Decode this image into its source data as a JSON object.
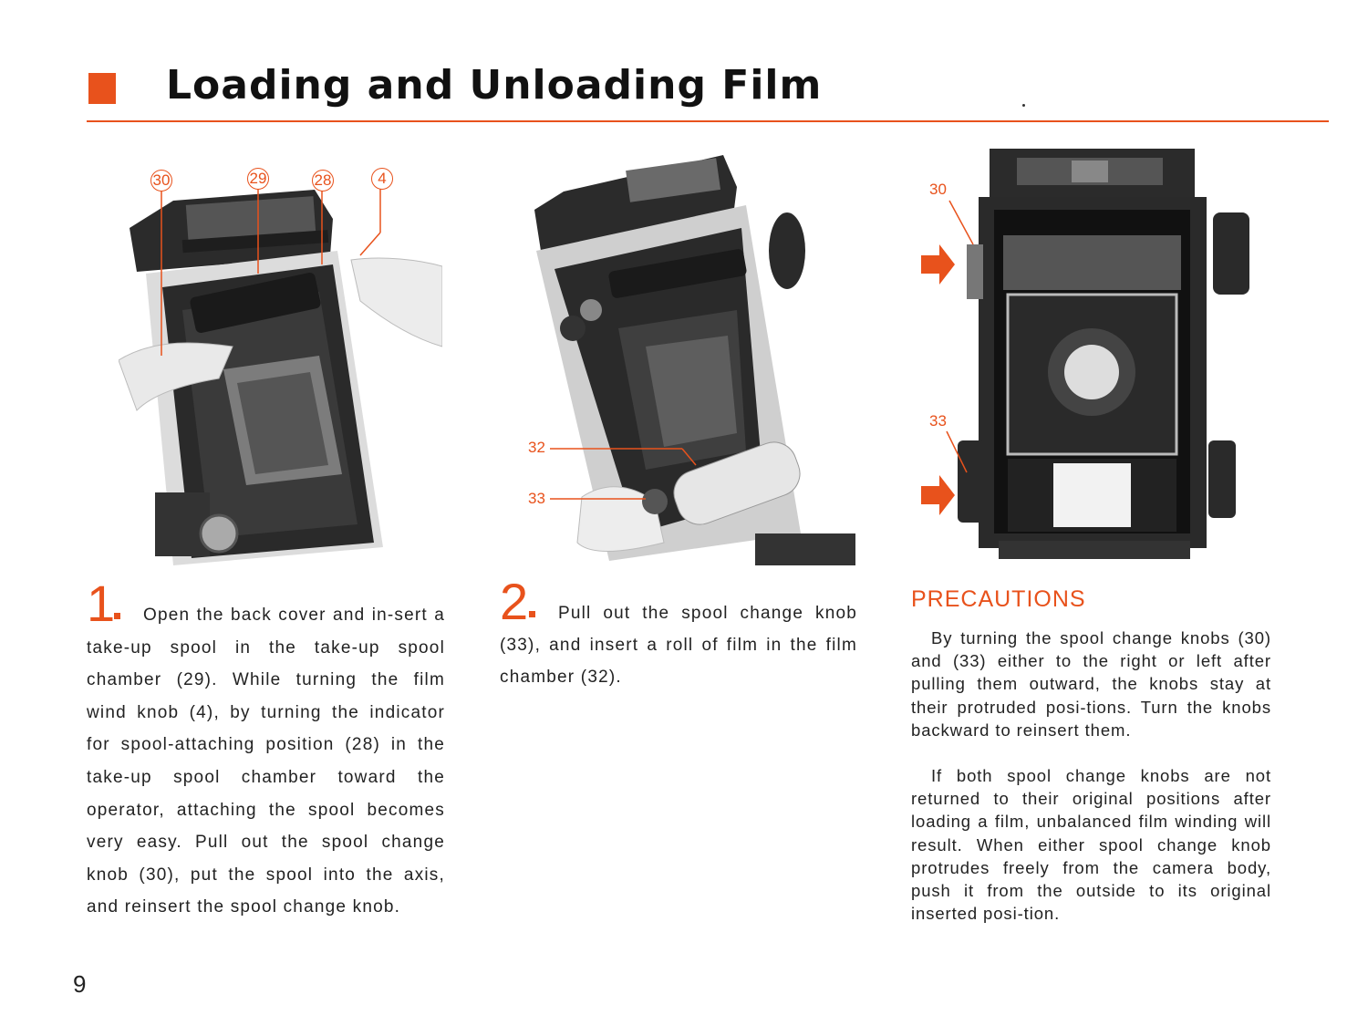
{
  "header": {
    "title": "Loading and Unloading Film"
  },
  "photos": {
    "photo1": {
      "callouts": [
        "30",
        "29",
        "28",
        "4"
      ]
    },
    "photo2": {
      "callouts": [
        "32",
        "33"
      ]
    },
    "photo3": {
      "callouts": [
        "30",
        "33"
      ]
    }
  },
  "step1": {
    "number": "1",
    "text": "Open the back cover and in-sert a take-up spool in the take-up spool chamber (29). While turning the film wind knob (4), by turning the indicator for spool-attaching position (28) in the take-up spool chamber toward the operator, attaching the spool becomes very easy. Pull out the spool change knob (30), put the spool into the axis, and reinsert the spool change knob."
  },
  "step2": {
    "number": "2",
    "text": "Pull out the spool change knob (33), and insert a roll of film in the film chamber (32)."
  },
  "precautions": {
    "heading": "PRECAUTIONS",
    "paragraph1": "By turning the spool change knobs (30) and (33) either to the right or left after pulling them outward, the knobs stay at their protruded posi-tions. Turn the knobs backward to reinsert them.",
    "paragraph2": "If both spool change knobs are not returned to their original positions after loading a film, unbalanced film winding will result. When either spool change knob protrudes freely from the camera body, push it from the outside to its original inserted posi-tion."
  },
  "page_number": "9",
  "colors": {
    "accent": "#e8521c",
    "text": "#222222",
    "camera_dark": "#2a2a2a"
  }
}
